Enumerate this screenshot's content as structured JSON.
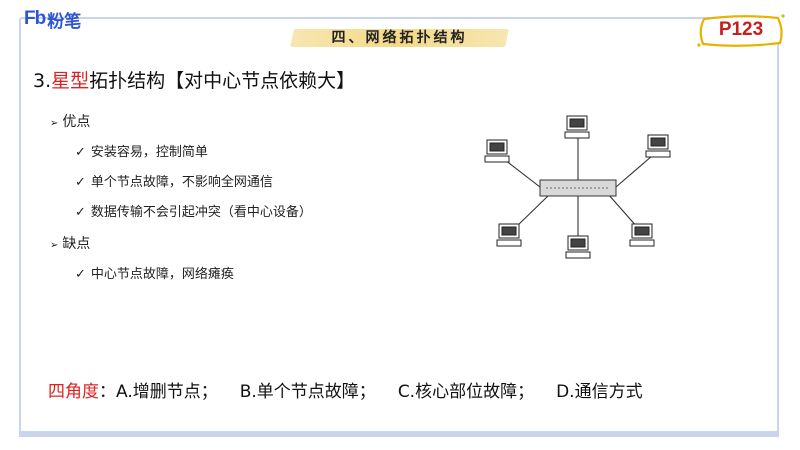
{
  "logo": {
    "mark": "Fb",
    "text": "粉笔"
  },
  "banner": {
    "text": "四、网络拓扑结构"
  },
  "page_badge": {
    "text": "P123"
  },
  "heading": {
    "prefix": "3.",
    "highlight": "星型",
    "rest": "拓扑结构【对中心节点依赖大】"
  },
  "advantages": {
    "label": "优点",
    "items": [
      "安装容易，控制简单",
      "单个节点故障，不影响全网通信",
      "数据传输不会引起冲突（看中心设备）"
    ]
  },
  "disadvantages": {
    "label": "缺点",
    "items": [
      "中心节点故障，网络瘫痪"
    ]
  },
  "footer": {
    "prefix": "四角度",
    "colon": "：",
    "options": [
      "A.增删节点；",
      "B.单个节点故障；",
      "C.核心部位故障；",
      "D.通信方式"
    ]
  },
  "colors": {
    "accent_red": "#e02020",
    "brand_blue": "#2f55d4",
    "frame": "#c9d4ef",
    "banner": "#f3d67a"
  },
  "icons": {
    "bullet": "arrow-right-icon",
    "check": "check-icon",
    "node": "computer-icon",
    "hub": "hub-icon"
  }
}
